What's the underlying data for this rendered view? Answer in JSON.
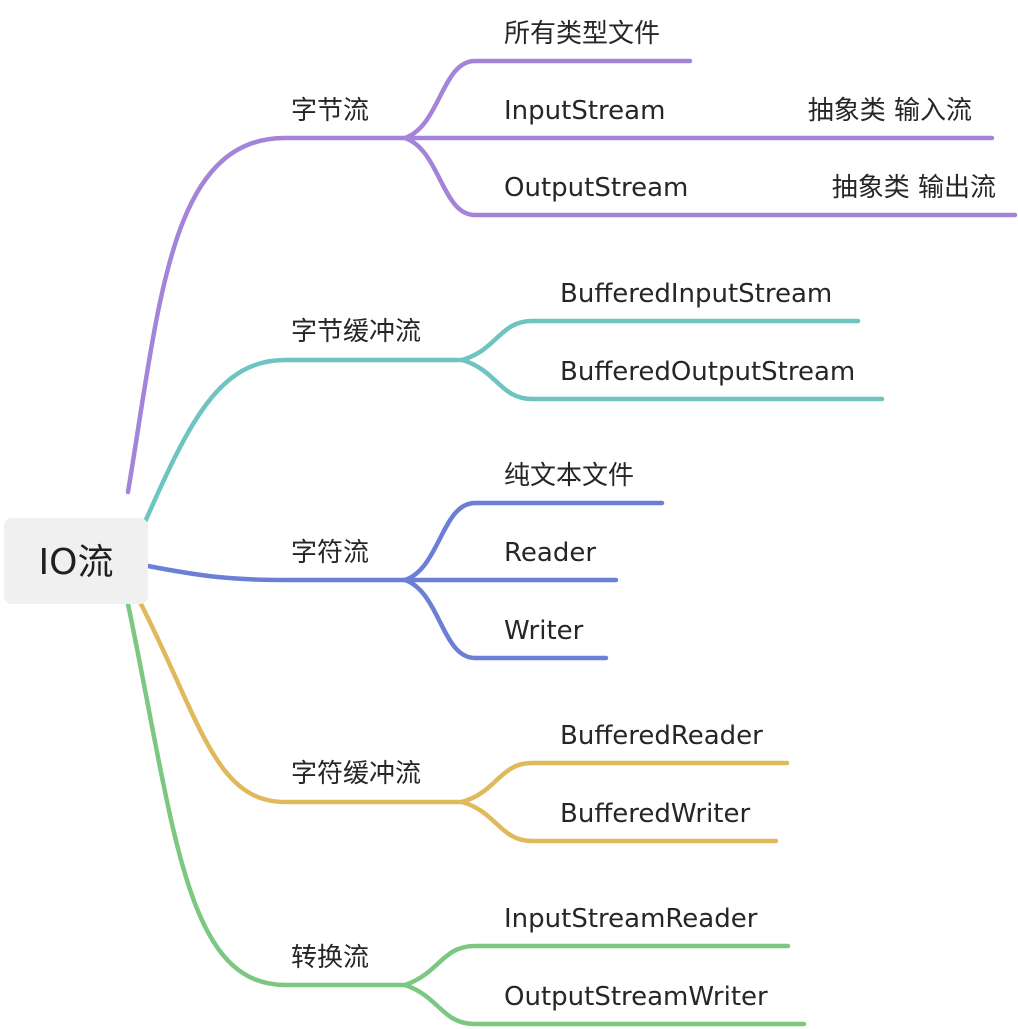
{
  "root": {
    "label": "IO流"
  },
  "colors": {
    "purple": "#a484d9",
    "teal": "#6ec4c1",
    "blue": "#6b7fd6",
    "gold": "#dfb95c",
    "green": "#7cc883"
  },
  "branches": [
    {
      "label": "字节流",
      "color": "purple",
      "children": [
        {
          "label": "所有类型文件"
        },
        {
          "label": "InputStream",
          "note": "抽象类 输入流"
        },
        {
          "label": "OutputStream",
          "note": "抽象类 输出流"
        }
      ]
    },
    {
      "label": "字节缓冲流",
      "color": "teal",
      "children": [
        {
          "label": "BufferedInputStream"
        },
        {
          "label": "BufferedOutputStream"
        }
      ]
    },
    {
      "label": "字符流",
      "color": "blue",
      "children": [
        {
          "label": "纯文本文件"
        },
        {
          "label": "Reader"
        },
        {
          "label": "Writer"
        }
      ]
    },
    {
      "label": "字符缓冲流",
      "color": "gold",
      "children": [
        {
          "label": "BufferedReader"
        },
        {
          "label": "BufferedWriter"
        }
      ]
    },
    {
      "label": "转换流",
      "color": "green",
      "children": [
        {
          "label": "InputStreamReader"
        },
        {
          "label": "OutputStreamWriter"
        }
      ]
    }
  ]
}
